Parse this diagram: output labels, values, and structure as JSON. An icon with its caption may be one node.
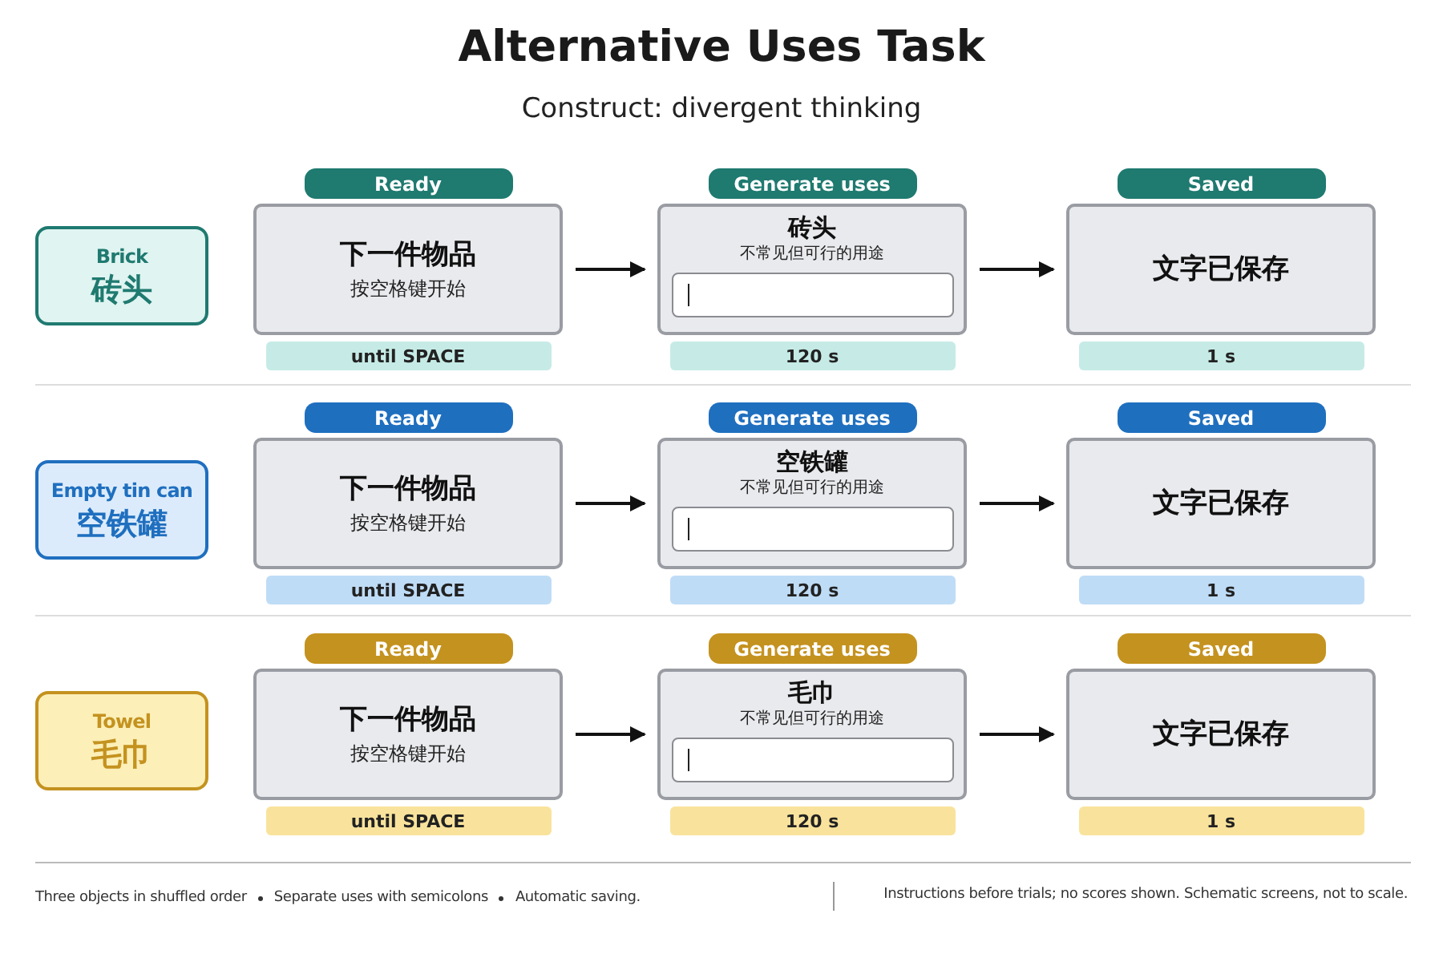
{
  "diagram": {
    "title": "Alternative Uses Task",
    "nodes": [
      {
        "text": [
          "Brick",
          "砖头"
        ]
      },
      {
        "text": [
          "Ready",
          "下一件物品",
          "按空格键开始"
        ],
        "beside": [
          "until SPACE"
        ]
      },
      {
        "text": [
          "Generate uses",
          "砖头",
          "不常见但可行的用途"
        ],
        "beside": [
          "120 s"
        ]
      },
      {
        "text": [
          "Saved",
          "文字已保存"
        ],
        "beside": [
          "1 s"
        ]
      },
      {
        "text": [
          "Empty tin can",
          "空铁罐"
        ]
      },
      {
        "text": [
          "Ready",
          "下一件物品",
          "按空格键开始"
        ],
        "beside": [
          "until SPACE"
        ]
      },
      {
        "text": [
          "Generate uses",
          "空铁罐",
          "不常见但可行的用途"
        ],
        "beside": [
          "120 s"
        ]
      },
      {
        "text": [
          "Saved",
          "文字已保存"
        ],
        "beside": [
          "1 s"
        ]
      },
      {
        "text": [
          "Towel",
          "毛巾"
        ]
      },
      {
        "text": [
          "Ready",
          "下一件物品",
          "按空格键开始"
        ],
        "beside": [
          "until SPACE"
        ]
      },
      {
        "text": [
          "Generate uses",
          "毛巾",
          "不常见但可行的用途"
        ],
        "beside": [
          "120 s"
        ]
      },
      {
        "text": [
          "Saved",
          "文字已保存"
        ],
        "beside": [
          "1 s"
        ]
      }
    ],
    "edges": [
      {
        "from": 1,
        "to": 2,
        "arrow": "to"
      },
      {
        "from": 2,
        "to": 3,
        "arrow": "to"
      },
      {
        "from": 5,
        "to": 6,
        "arrow": "to"
      },
      {
        "from": 6,
        "to": 7,
        "arrow": "to"
      },
      {
        "from": 9,
        "to": 10,
        "arrow": "to"
      },
      {
        "from": 10,
        "to": 11,
        "arrow": "to"
      }
    ],
    "labels": [
      "Construct: divergent thinking",
      "Three objects in shuffled order",
      "Separate uses with semicolons",
      "Automatic saving.",
      "Instructions before trials; no scores shown. Schematic screens, not to scale."
    ]
  }
}
